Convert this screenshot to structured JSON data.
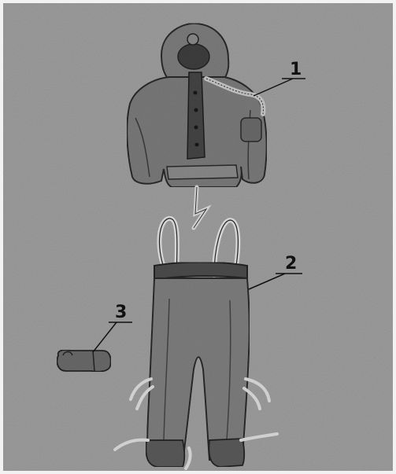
{
  "figure": {
    "callouts": [
      {
        "id": "1",
        "label": "1",
        "part": "jacket"
      },
      {
        "id": "2",
        "label": "2",
        "part": "trousers"
      },
      {
        "id": "3",
        "label": "3",
        "part": "mitten"
      }
    ],
    "colors": {
      "background": "#9a9a9a",
      "garment_fill": "#7a7a7a",
      "garment_dark": "#4a4a4a",
      "outline": "#2a2a2a",
      "tube": "#bdbdbd"
    }
  }
}
